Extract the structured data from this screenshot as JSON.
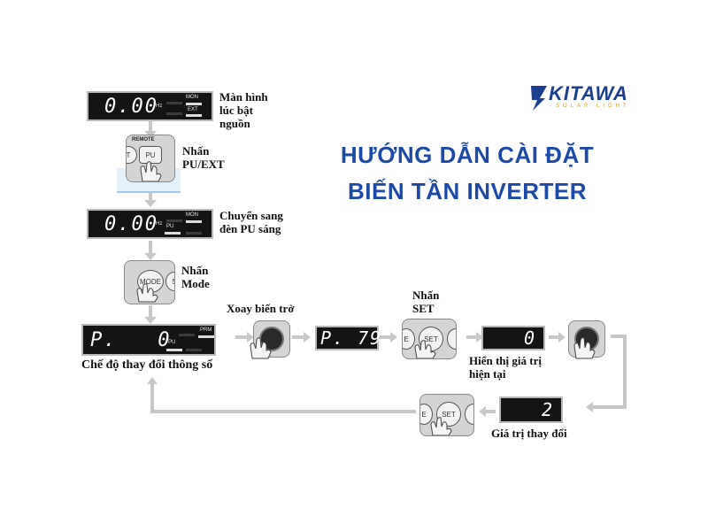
{
  "title": {
    "line1": "HƯỚNG DẪN CÀI ĐẶT",
    "line2": "BIẾN TẦN INVERTER",
    "color": "#1b4aa8"
  },
  "logo": {
    "brand": "KITAWA",
    "tagline": "SOLAR LIGHT",
    "color": "#1b3f8f"
  },
  "displays": {
    "d1": {
      "value": "0.00",
      "unit": "Hz",
      "tag1": "MON",
      "tag2": "EXT"
    },
    "d2": {
      "value": "0.00",
      "unit": "Hz",
      "tag1": "MON",
      "tag2": "PU"
    },
    "d3": {
      "value": "P.   0",
      "unit": "PU",
      "tag1": "PRM"
    },
    "d4": {
      "value": "P. 79"
    },
    "d5": {
      "value": "0"
    },
    "d6": {
      "value": "2"
    }
  },
  "keys": {
    "pu_ext": {
      "top": "REMOTE",
      "left": "T",
      "center": "PU"
    },
    "mode": {
      "center": "MODE",
      "right": "S"
    },
    "set": {
      "left": "E",
      "center": "SET"
    }
  },
  "labels": {
    "power_on": [
      "Màn hình",
      "lúc bật",
      "nguồn"
    ],
    "press_pu": [
      "Nhấn",
      "PU/EXT"
    ],
    "switch_pu": [
      "Chuyển sang",
      "đèn PU sáng"
    ],
    "press_mode": [
      "Nhấn",
      "Mode"
    ],
    "param_mode": "Chế độ thay đổi thông số",
    "rotate": "Xoay biến trở",
    "press_set": [
      "Nhấn",
      "SET"
    ],
    "current_value": [
      "Hiển thị giá trị",
      "hiện tại"
    ],
    "changed_value": "Giá trị thay đổi"
  }
}
